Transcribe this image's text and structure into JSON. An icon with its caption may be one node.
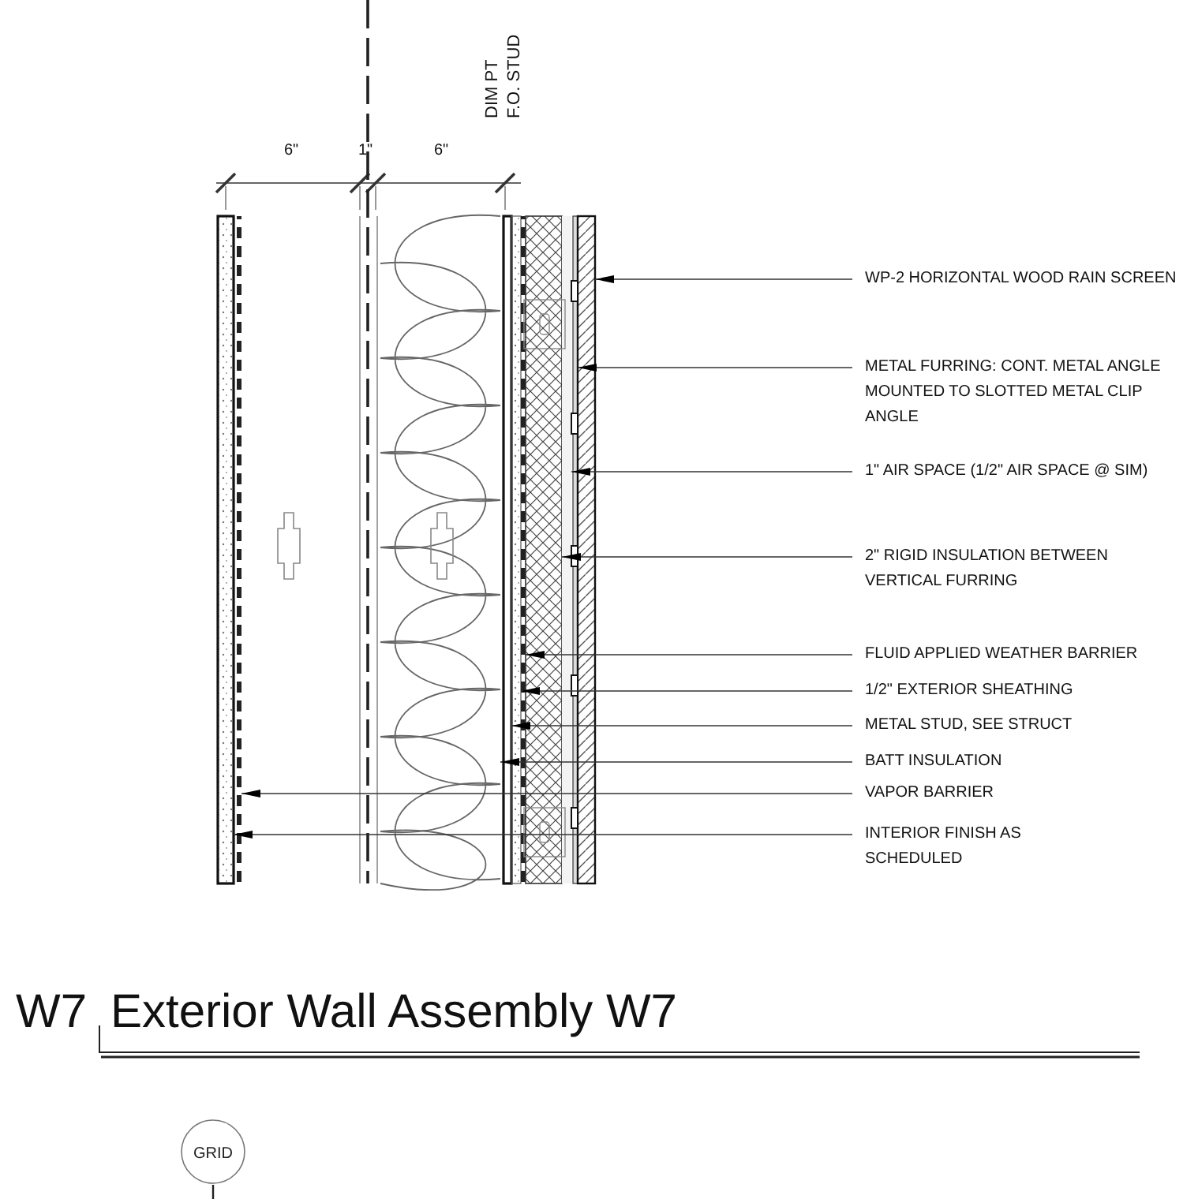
{
  "diagram": {
    "title": "Exterior Wall Assembly W7",
    "nodes": [
      {
        "text": [
          "WP-2 HORIZONTAL WOOD RAIN SCREEN"
        ]
      },
      {
        "text": [
          "METAL FURRING: CONT. METAL ANGLE MOUNTED TO SLOTTED METAL CLIP ANGLE"
        ]
      },
      {
        "text": [
          "1\" AIR SPACE (1/2\" AIR SPACE @ SIM)"
        ]
      },
      {
        "text": [
          "2\" RIGID INSULATION BETWEEN VERTICAL FURRING"
        ]
      },
      {
        "text": [
          "FLUID APPLIED WEATHER BARRIER"
        ]
      },
      {
        "text": [
          "1/2\" EXTERIOR SHEATHING"
        ]
      },
      {
        "text": [
          "METAL STUD, SEE STRUCT"
        ]
      },
      {
        "text": [
          "BATT INSULATION"
        ]
      },
      {
        "text": [
          "VAPOR BARRIER"
        ]
      },
      {
        "text": [
          "INTERIOR FINISH AS SCHEDULED"
        ]
      },
      {
        "text": [
          "GRID"
        ]
      },
      {
        "text": [],
        "shape": "bar"
      },
      {
        "text": [],
        "shape": "bar"
      },
      {
        "text": [],
        "shape": "picture"
      },
      {
        "text": [],
        "shape": "bar"
      },
      {
        "text": [],
        "shape": "bar"
      },
      {
        "text": [],
        "shape": "bar"
      },
      {
        "text": [],
        "shape": "bar"
      },
      {
        "text": [],
        "shape": "bar"
      },
      {
        "text": [],
        "shape": "bar"
      },
      {
        "text": [],
        "shape": "bar"
      }
    ],
    "edges": [
      {
        "from": 0,
        "to": 20,
        "arrow": "to"
      },
      {
        "from": 1,
        "to": 19,
        "arrow": "to"
      },
      {
        "from": 2,
        "to": 18,
        "arrow": "to"
      },
      {
        "from": 3,
        "to": 17,
        "arrow": "to"
      },
      {
        "from": 4,
        "to": 16,
        "arrow": "to"
      },
      {
        "from": 5,
        "to": 15,
        "arrow": "to"
      },
      {
        "from": 6,
        "to": 14,
        "arrow": "to"
      },
      {
        "from": 7,
        "to": 13,
        "arrow": "to"
      },
      {
        "from": 8,
        "to": 12,
        "arrow": "to"
      },
      {
        "from": 9,
        "to": 11,
        "arrow": "to"
      }
    ],
    "labels": [
      "DIM PT F.O. STUD",
      "6\"",
      "1\"",
      "6\"",
      "W7"
    ]
  }
}
